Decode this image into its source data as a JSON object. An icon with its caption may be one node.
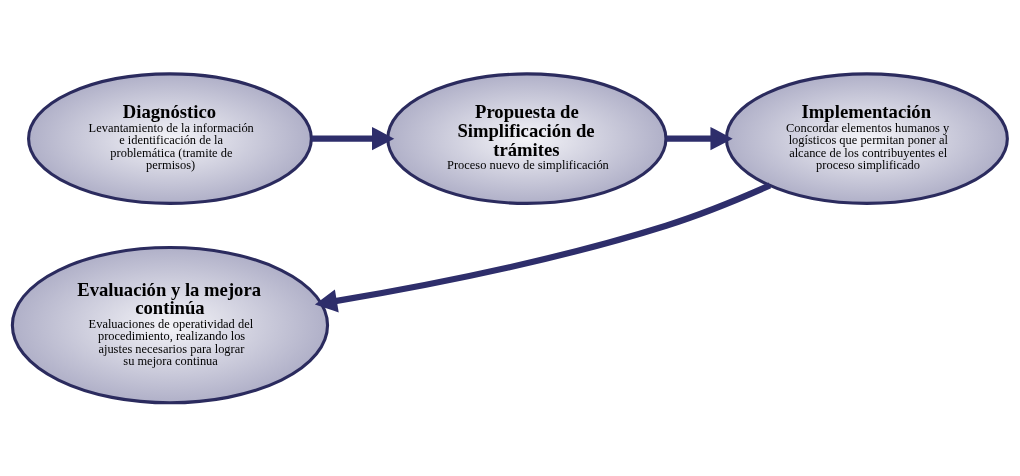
{
  "diagram": {
    "nodes": [
      {
        "text": [
          "Diagnóstico",
          "Levantamiento de la información e identificación de la problemática (tramite de permisos)"
        ]
      },
      {
        "text": [
          "Propuesta de Simplificación de trámites",
          "Proceso nuevo de simplificación"
        ]
      },
      {
        "text": [
          "Implementación",
          "Concordar elementos humanos y logísticos que permitan poner al alcance de los contribuyentes el proceso simplificado"
        ]
      },
      {
        "text": [
          "Evaluación y la mejora continúa",
          "Evaluaciones de operatividad del procedimiento, realizando los ajustes necesarios para lograr su mejora continua"
        ]
      }
    ],
    "edges": [
      {
        "from": 0,
        "to": 1,
        "arrow": "to"
      },
      {
        "from": 1,
        "to": 2,
        "arrow": "to"
      },
      {
        "from": 2,
        "to": 3,
        "arrow": "to"
      }
    ]
  }
}
